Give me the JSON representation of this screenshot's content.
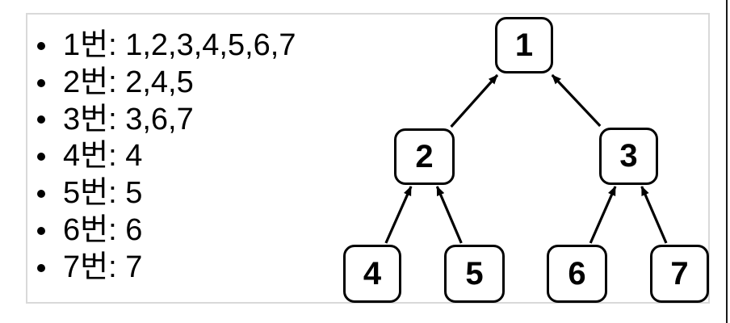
{
  "page": {
    "background": "#ffffff"
  },
  "legend": {
    "items": [
      "1번: 1,2,3,4,5,6,7",
      "2번: 2,4,5",
      "3번: 3,6,7",
      "4번: 4",
      "5번: 5",
      "6번: 6",
      "7번: 7"
    ]
  },
  "tree": {
    "nodes": [
      {
        "id": "1",
        "label": "1"
      },
      {
        "id": "2",
        "label": "2"
      },
      {
        "id": "3",
        "label": "3"
      },
      {
        "id": "4",
        "label": "4"
      },
      {
        "id": "5",
        "label": "5"
      },
      {
        "id": "6",
        "label": "6"
      },
      {
        "id": "7",
        "label": "7"
      }
    ],
    "edges": [
      {
        "from": "2",
        "to": "1"
      },
      {
        "from": "3",
        "to": "1"
      },
      {
        "from": "4",
        "to": "2"
      },
      {
        "from": "5",
        "to": "2"
      },
      {
        "from": "6",
        "to": "3"
      },
      {
        "from": "7",
        "to": "3"
      }
    ]
  },
  "colors": {
    "text": "#000000",
    "node_border": "#000000",
    "node_fill": "#ffffff",
    "arrow": "#000000",
    "frame_border": "#d9d9d9",
    "background": "#ffffff",
    "right_edge_line": "#1a1a1a"
  }
}
